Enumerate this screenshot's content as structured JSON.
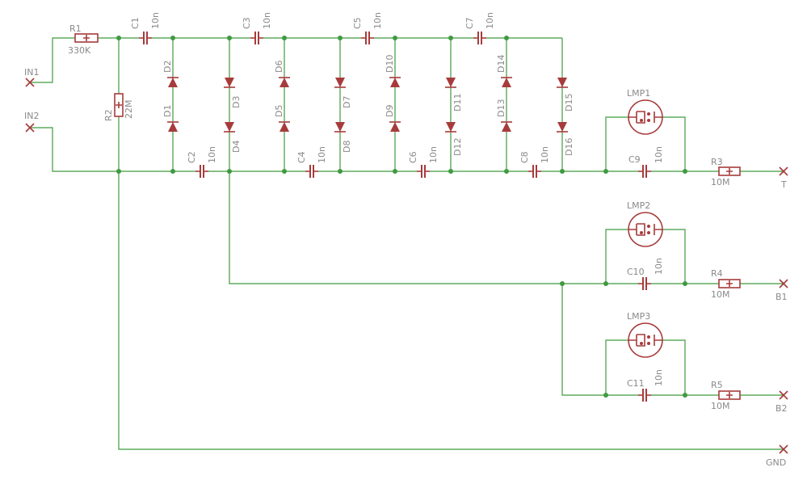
{
  "schematic": {
    "terminals": {
      "in1": "IN1",
      "in2": "IN2",
      "t": "T",
      "b1": "B1",
      "b2": "B2",
      "gnd": "GND"
    },
    "resistors": [
      {
        "name": "R1",
        "value": "330K"
      },
      {
        "name": "R2",
        "value": "22M"
      },
      {
        "name": "R3",
        "value": "10M"
      },
      {
        "name": "R4",
        "value": "10M"
      },
      {
        "name": "R5",
        "value": "10M"
      }
    ],
    "capacitors": [
      {
        "name": "C1",
        "value": "10n"
      },
      {
        "name": "C2",
        "value": "10n"
      },
      {
        "name": "C3",
        "value": "10n"
      },
      {
        "name": "C4",
        "value": "10n"
      },
      {
        "name": "C5",
        "value": "10n"
      },
      {
        "name": "C6",
        "value": "10n"
      },
      {
        "name": "C7",
        "value": "10n"
      },
      {
        "name": "C8",
        "value": "10n"
      },
      {
        "name": "C9",
        "value": "10n"
      },
      {
        "name": "C10",
        "value": "10n"
      },
      {
        "name": "C11",
        "value": "10n"
      }
    ],
    "diodes": [
      "D1",
      "D2",
      "D3",
      "D4",
      "D5",
      "D6",
      "D7",
      "D8",
      "D9",
      "D10",
      "D11",
      "D12",
      "D13",
      "D14",
      "D15",
      "D16"
    ],
    "lamps": [
      "LMP1",
      "LMP2",
      "LMP3"
    ],
    "colors": {
      "wire": "#3f9a3f",
      "part": "#a73b3b",
      "label": "#8a8a8a"
    }
  }
}
